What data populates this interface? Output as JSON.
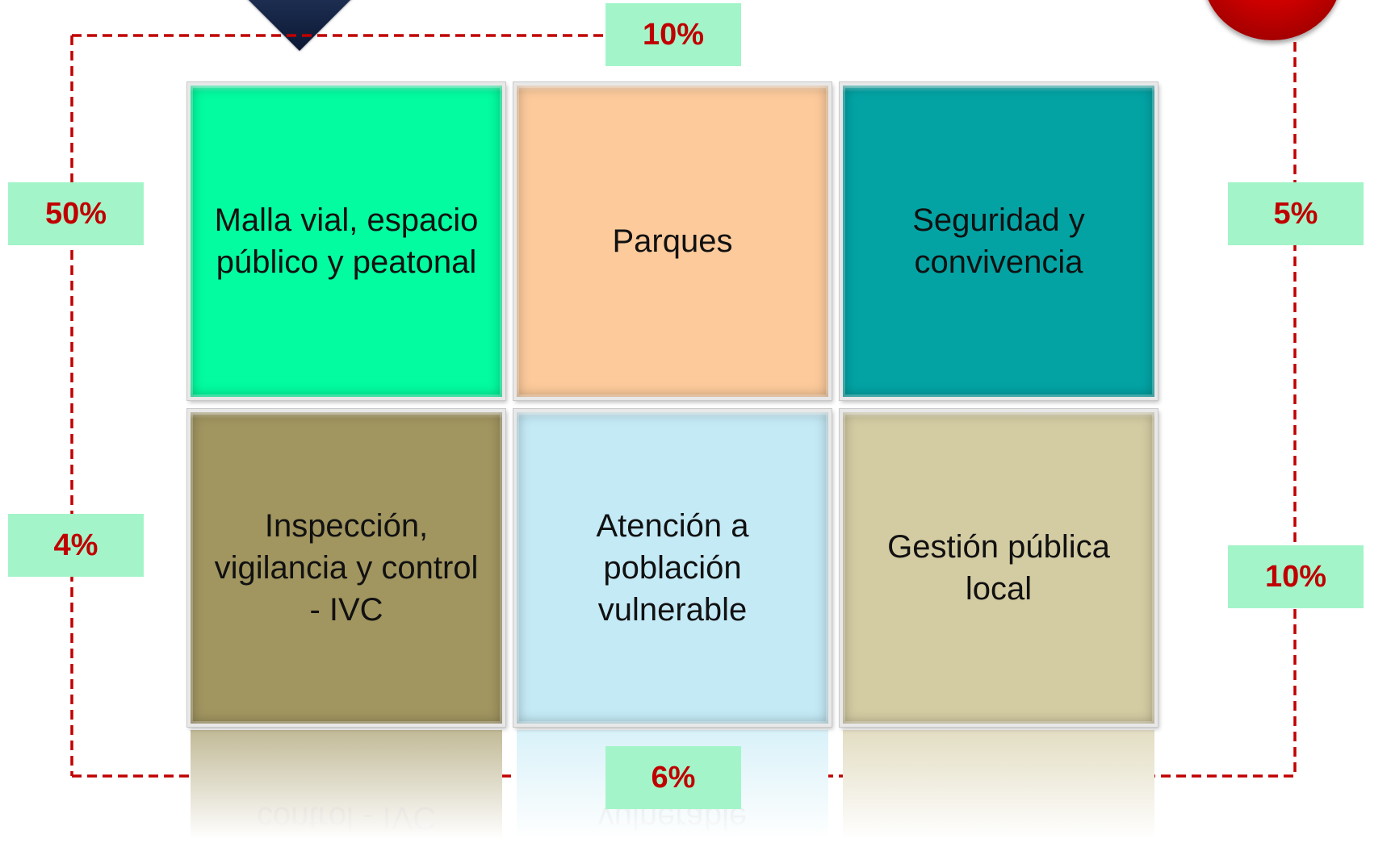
{
  "colors": {
    "frame_line": "#c00000",
    "label_bg": "#a3f5c9",
    "label_text": "#c00000"
  },
  "percent_labels": {
    "top": "10%",
    "bottom": "6%",
    "left_upper": "50%",
    "left_lower": "4%",
    "right_upper": "5%",
    "right_lower": "10%"
  },
  "tiles": [
    {
      "label": "Malla vial, espacio público y peatonal",
      "color": "#03fca0"
    },
    {
      "label": "Parques",
      "color": "#fcca9b"
    },
    {
      "label": "Seguridad y convivencia",
      "color": "#03a3a4"
    },
    {
      "label": "Inspección, vigilancia y control - IVC",
      "color": "#a19560"
    },
    {
      "label": "Atención a población vulnerable",
      "color": "#c4eaf6"
    },
    {
      "label": "Gestión pública local",
      "color": "#d3cba2"
    }
  ],
  "reflections": [
    {
      "text": "control - IVC"
    },
    {
      "text": "vulnerable"
    },
    {
      "text": ""
    }
  ]
}
